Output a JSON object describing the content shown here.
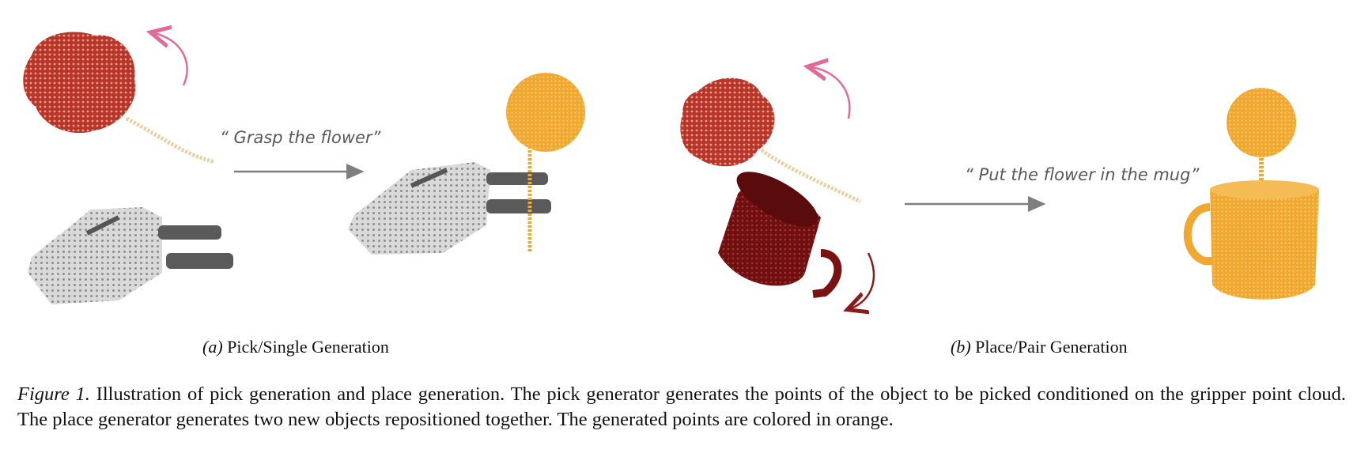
{
  "panel_a": {
    "prompt": "“ Grasp the flower”",
    "caption_label": "(a)",
    "caption_text": "Pick/Single Generation"
  },
  "panel_b": {
    "prompt": "“ Put the flower in the mug”",
    "caption_label": "(b)",
    "caption_text": "Place/Pair Generation"
  },
  "figure_caption": {
    "label": "Figure 1.",
    "text": "Illustration of pick generation and place generation. The pick generator generates the points of the object to be picked conditioned on the gripper point cloud. The place generator generates two new objects repositioned together. The generated points are colored in orange."
  },
  "colors": {
    "generated": "#F0A830",
    "flower_red": "#C0392B",
    "stem": "#E8CFA0",
    "mug_dark": "#7A1212",
    "gripper_gray": "#CFCFCF",
    "arrow_pink": "#E06A9A",
    "arrow_gray": "#7F7F7F"
  }
}
